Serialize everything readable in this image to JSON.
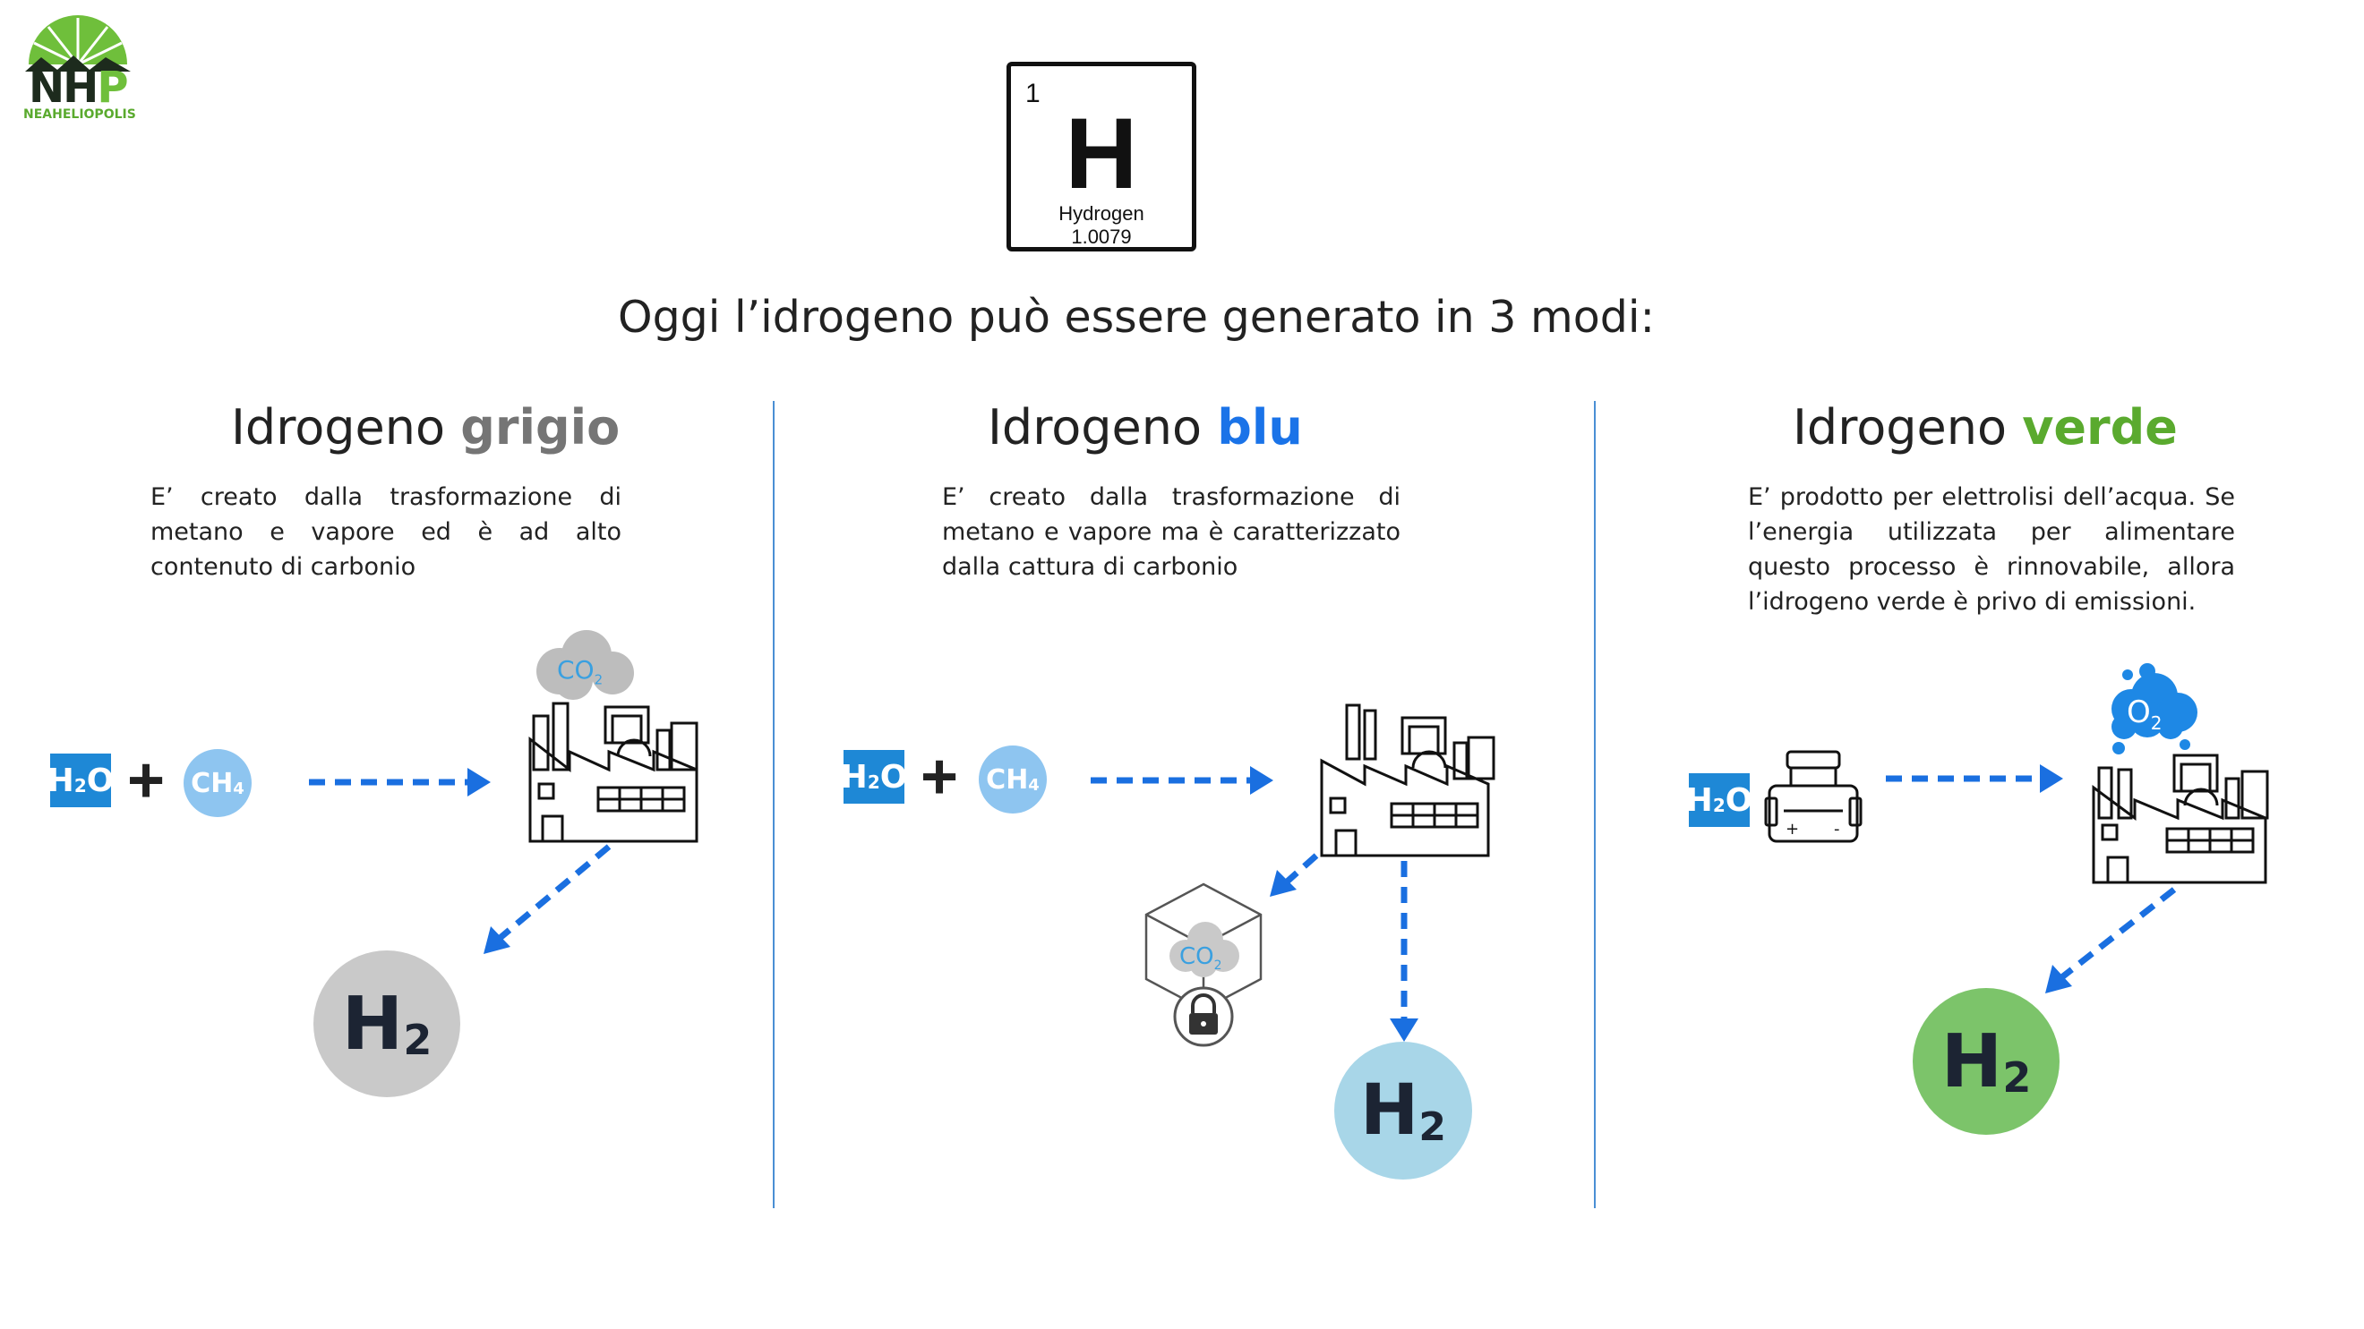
{
  "logo": {
    "text": "NEAHELIOPOLIS",
    "mark": "NHP"
  },
  "element": {
    "number": "1",
    "symbol": "H",
    "name": "Hydrogen",
    "mass": "1.0079"
  },
  "headline": "Oggi l’idrogeno può essere generato in 3 modi:",
  "colors": {
    "grey": "#757575",
    "blue": "#1a73e8",
    "green": "#5aaa2e",
    "divider": "#4a8fd4",
    "h2o": "#1e88d6",
    "ch4": "#8ec5f0",
    "arrow": "#1a6fe0"
  },
  "columns": [
    {
      "title_prefix": "Idrogeno ",
      "title_color_word": "grigio",
      "description": "E’ creato dalla trasformazione di metano e vapore ed è ad alto contenuto di carbonio",
      "inputs": {
        "water": {
          "main": "H",
          "sub": "2",
          "end": "O"
        },
        "methane": {
          "main": "CH",
          "sub": "4"
        }
      },
      "emission": {
        "main": "CO",
        "sub": "2"
      },
      "product": {
        "main": "H",
        "sub": "2"
      }
    },
    {
      "title_prefix": "Idrogeno ",
      "title_color_word": "blu",
      "description": "E’ creato dalla trasformazione di metano e vapore ma è caratterizzato dalla cattura di carbonio",
      "inputs": {
        "water": {
          "main": "H",
          "sub": "2",
          "end": "O"
        },
        "methane": {
          "main": "CH",
          "sub": "4"
        }
      },
      "storage": {
        "main": "CO",
        "sub": "2"
      },
      "product": {
        "main": "H",
        "sub": "2"
      }
    },
    {
      "title_prefix": "Idrogeno ",
      "title_color_word": "verde",
      "description": "E’ prodotto per elettrolisi dell’acqua. Se l’energia utilizzata per alimentare questo processo è rinnovabile, allora l’idrogeno verde è privo di emissioni.",
      "inputs": {
        "water": {
          "main": "H",
          "sub": "2",
          "end": "O"
        }
      },
      "battery": {
        "plus": "+",
        "minus": "-"
      },
      "emission": {
        "main": "O",
        "sub": "2"
      },
      "product": {
        "main": "H",
        "sub": "2"
      }
    }
  ]
}
